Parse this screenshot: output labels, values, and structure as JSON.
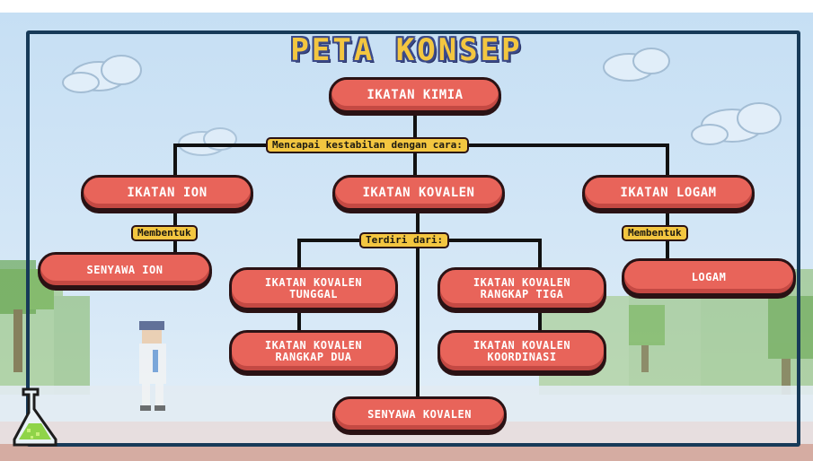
{
  "title": "PETA KONSEP",
  "nodes": {
    "root": "IKATAN KIMIA",
    "ion": "IKATAN ION",
    "kovalen": "IKATAN KOVALEN",
    "logam": "IKATAN LOGAM",
    "senyawa_ion": "SENYAWA ION",
    "logam_result": "LOGAM",
    "tunggal": "IKATAN KOVALEN TUNGGAL",
    "rangkap_tiga": "IKATAN KOVALEN RANGKAP TIGA",
    "rangkap_dua": "IKATAN KOVALEN RANGKAP DUA",
    "koordinasi": "IKATAN KOVALEN KOORDINASI",
    "senyawa_kovalen": "SENYAWA KOVALEN"
  },
  "connectors": {
    "stabil": "Mencapai kestabilan dengan cara:",
    "membentuk_ion": "Membentuk",
    "membentuk_logam": "Membentuk",
    "terdiri": "Terdiri dari:"
  },
  "colors": {
    "node_fill": "#e8645a",
    "node_border": "#2a1214",
    "tag_fill": "#f3c640",
    "title": "#f3c640",
    "frame": "#173a58",
    "sky": "#cfe3f5"
  }
}
